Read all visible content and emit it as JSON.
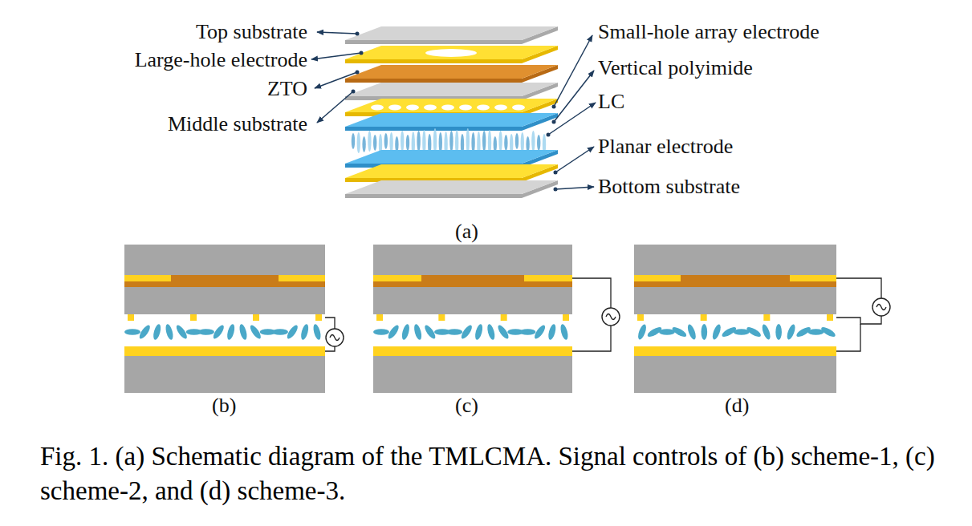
{
  "diagram": {
    "caption": "Fig. 1. (a) Schematic diagram of the TMLCMA. Signal controls of (b) scheme-1, (c) scheme-2, and (d) scheme-3.",
    "labels": [
      "Top substrate",
      "Large-hole electrode",
      "ZTO",
      "Middle substrate",
      "Small-hole array electrode",
      "Vertical polyimide",
      "LC",
      "Planar electrode",
      "Bottom substrate",
      "(a)",
      "(b)",
      "(c)",
      "(d)"
    ]
  }
}
